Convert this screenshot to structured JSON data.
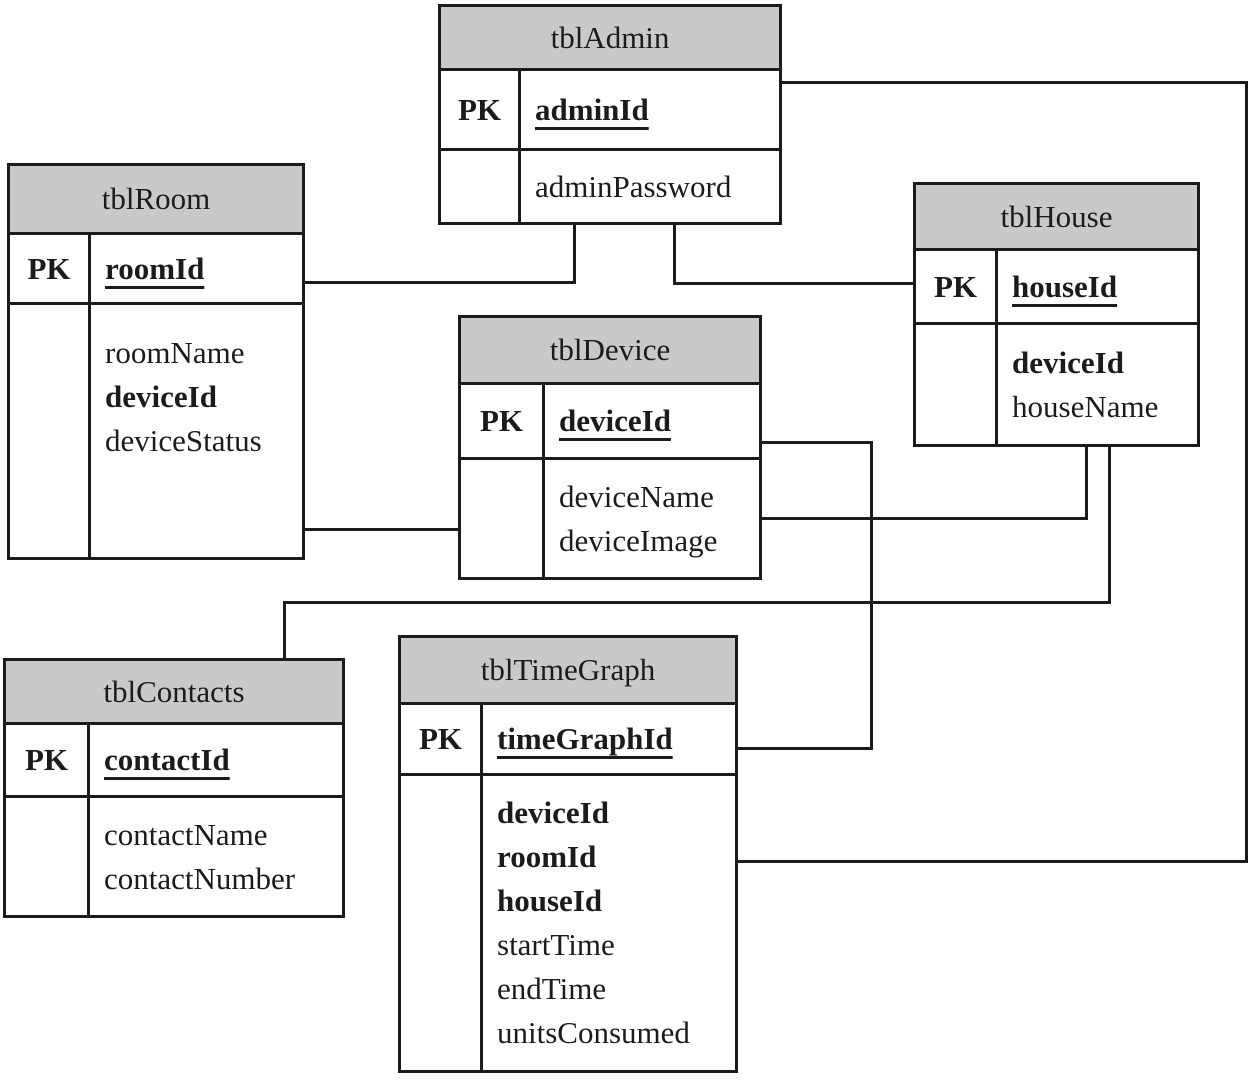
{
  "diagram": {
    "title": "database-schema-er-diagram",
    "colors": {
      "header_bg": "#c9c9c9",
      "border": "#1b1b1b",
      "background": "#ffffff",
      "text": "#1b1b1b"
    },
    "tables": [
      {
        "title": "tblAdmin",
        "pk_label": "PK",
        "pk_field": "adminId",
        "fields": [
          {
            "name": "adminPassword",
            "bold": false
          }
        ]
      },
      {
        "title": "tblRoom",
        "pk_label": "PK",
        "pk_field": "roomId",
        "fields": [
          {
            "name": "roomName",
            "bold": false
          },
          {
            "name": "deviceId",
            "bold": true
          },
          {
            "name": "deviceStatus",
            "bold": false
          }
        ]
      },
      {
        "title": "tblHouse",
        "pk_label": "PK",
        "pk_field": "houseId",
        "fields": [
          {
            "name": "deviceId",
            "bold": true
          },
          {
            "name": "houseName",
            "bold": false
          }
        ]
      },
      {
        "title": "tblDevice",
        "pk_label": "PK",
        "pk_field": "deviceId",
        "fields": [
          {
            "name": "deviceName",
            "bold": false
          },
          {
            "name": "deviceImage",
            "bold": false
          }
        ]
      },
      {
        "title": "tblContacts",
        "pk_label": "PK",
        "pk_field": "contactId",
        "fields": [
          {
            "name": "contactName",
            "bold": false
          },
          {
            "name": "contactNumber",
            "bold": false
          }
        ]
      },
      {
        "title": "tblTimeGraph",
        "pk_label": "PK",
        "pk_field": "timeGraphId",
        "fields": [
          {
            "name": "deviceId",
            "bold": true
          },
          {
            "name": "roomId",
            "bold": true
          },
          {
            "name": "houseId",
            "bold": true
          },
          {
            "name": "startTime",
            "bold": false
          },
          {
            "name": "endTime",
            "bold": false
          },
          {
            "name": "unitsConsumed",
            "bold": false
          }
        ]
      }
    ],
    "relationships": [
      {
        "from": "tblAdmin",
        "to": "tblRoom"
      },
      {
        "from": "tblAdmin",
        "to": "tblHouse"
      },
      {
        "from": "tblAdmin",
        "to": "tblTimeGraph"
      },
      {
        "from": "tblRoom",
        "to": "tblDevice"
      },
      {
        "from": "tblDevice",
        "to": "tblHouse"
      },
      {
        "from": "tblDevice",
        "to": "tblTimeGraph"
      },
      {
        "from": "tblHouse",
        "to": "tblContacts"
      }
    ]
  }
}
